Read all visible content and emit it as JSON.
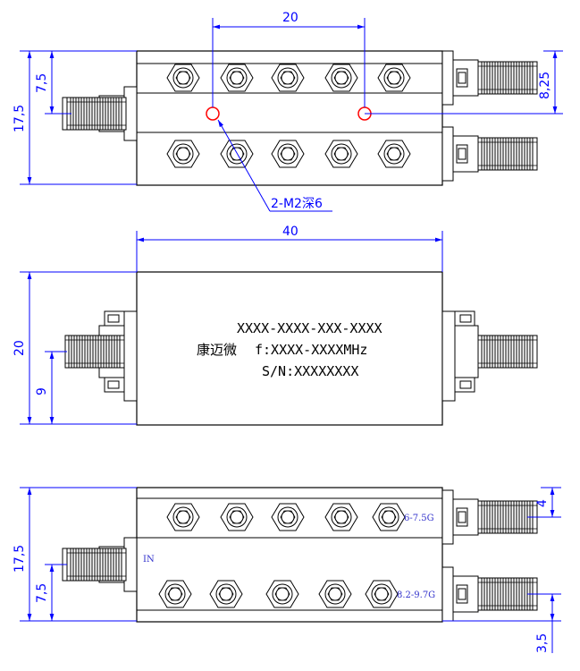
{
  "top_view": {
    "dim_hole_spacing": "20",
    "dim_height": "17,5",
    "dim_left_offset": "7,5",
    "dim_right_offset": "8,25",
    "callout": "2-M2深6",
    "bolt_rows": 2,
    "bolts_per_row": 5
  },
  "front_view": {
    "dim_width": "40",
    "dim_height": "20",
    "dim_connector_offset": "9",
    "label_model": "XXXX-XXXX-XXX-XXXX",
    "label_brand": "康迈微",
    "label_freq": "f:XXXX-XXXXMHz",
    "label_serial": "S/N:XXXXXXXX"
  },
  "bottom_view": {
    "dim_height": "17,5",
    "dim_left_offset": "7,5",
    "dim_right_top": "4",
    "dim_right_bottom": "3,5",
    "port_in": "IN",
    "port_upper": "6-7.5G",
    "port_lower": "8.2-9.7G"
  },
  "colors": {
    "dimension": "#0000ff",
    "outline": "#000000",
    "hole": "#ff0000"
  }
}
